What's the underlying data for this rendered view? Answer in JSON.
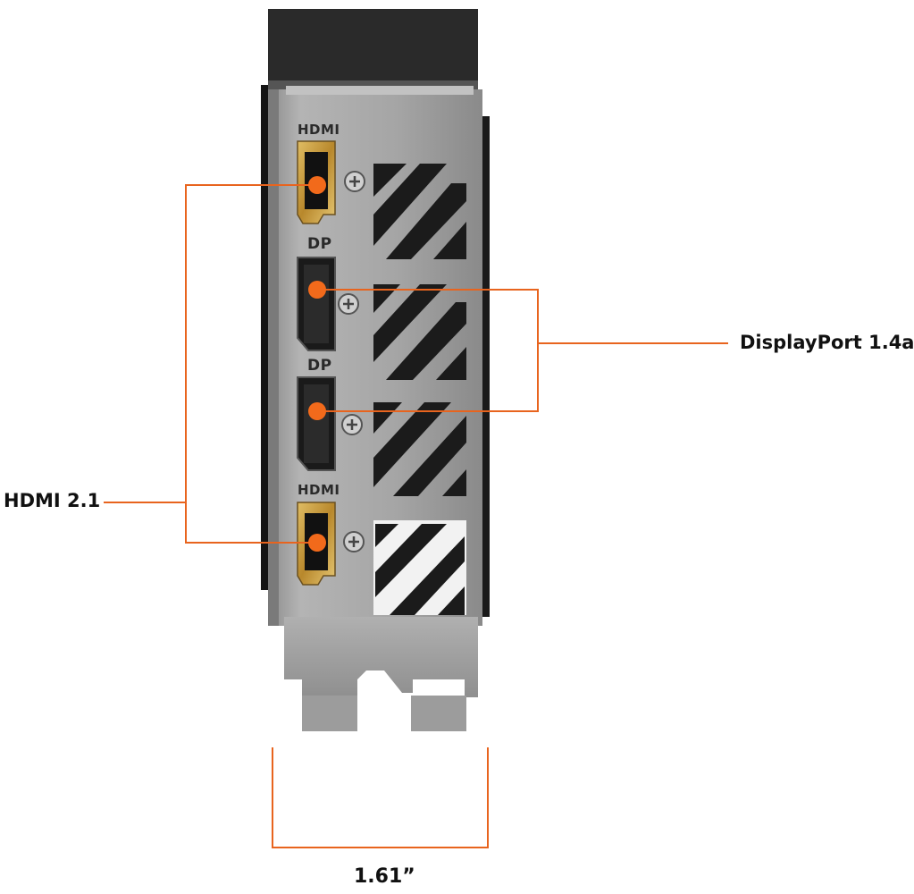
{
  "callouts": {
    "hdmi": "HDMI 2.1",
    "displayport": "DisplayPort 1.4a",
    "bracket_width": "1.61”"
  },
  "port_markings": {
    "hdmi_top": "HDMI",
    "dp_upper": "DP",
    "dp_lower": "DP",
    "hdmi_bottom": "HDMI"
  },
  "colors": {
    "callout_line": "#e8641e",
    "callout_dot": "#f26a1b",
    "bracket_metal": "#a9a9a9",
    "bracket_dark": "#6f6f6f",
    "pcb_black": "#1e1e1e",
    "port_gold": "#c49a3a"
  }
}
